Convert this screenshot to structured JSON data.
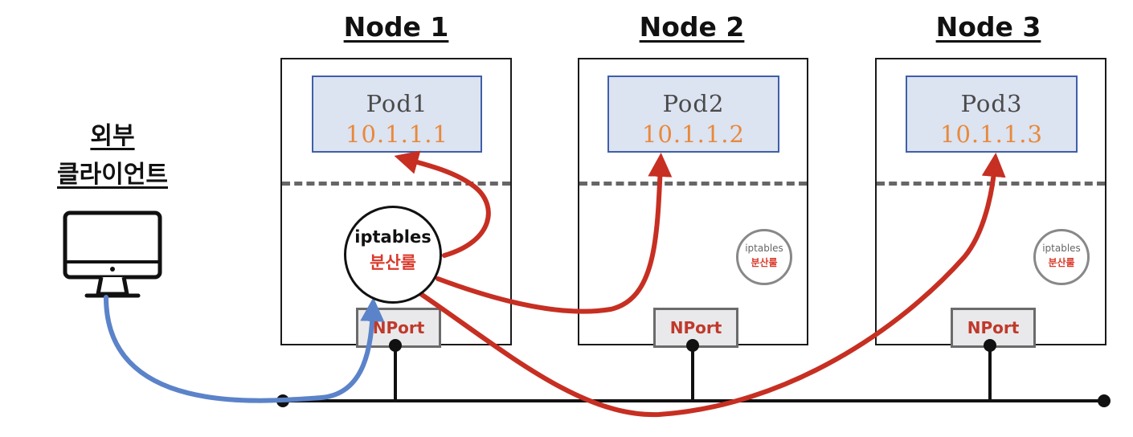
{
  "client": {
    "line1": "외부",
    "line2": "클라이언트"
  },
  "nodes": [
    {
      "title": "Node 1",
      "pod": "Pod1",
      "ip": "10.1.1.1",
      "nport": "NPort",
      "iptables": "iptables",
      "rule": "분산룰"
    },
    {
      "title": "Node 2",
      "pod": "Pod2",
      "ip": "10.1.1.2",
      "nport": "NPort",
      "iptables": "iptables",
      "rule": "분산룰"
    },
    {
      "title": "Node 3",
      "pod": "Pod3",
      "ip": "10.1.1.3",
      "nport": "NPort",
      "iptables": "iptables",
      "rule": "분산룰"
    }
  ],
  "colors": {
    "route": "#c62f22",
    "client_route": "#5b83c9",
    "pod_fill": "#dce3f1",
    "pod_border": "#3f5fa8",
    "ip_text": "#e8893b"
  }
}
